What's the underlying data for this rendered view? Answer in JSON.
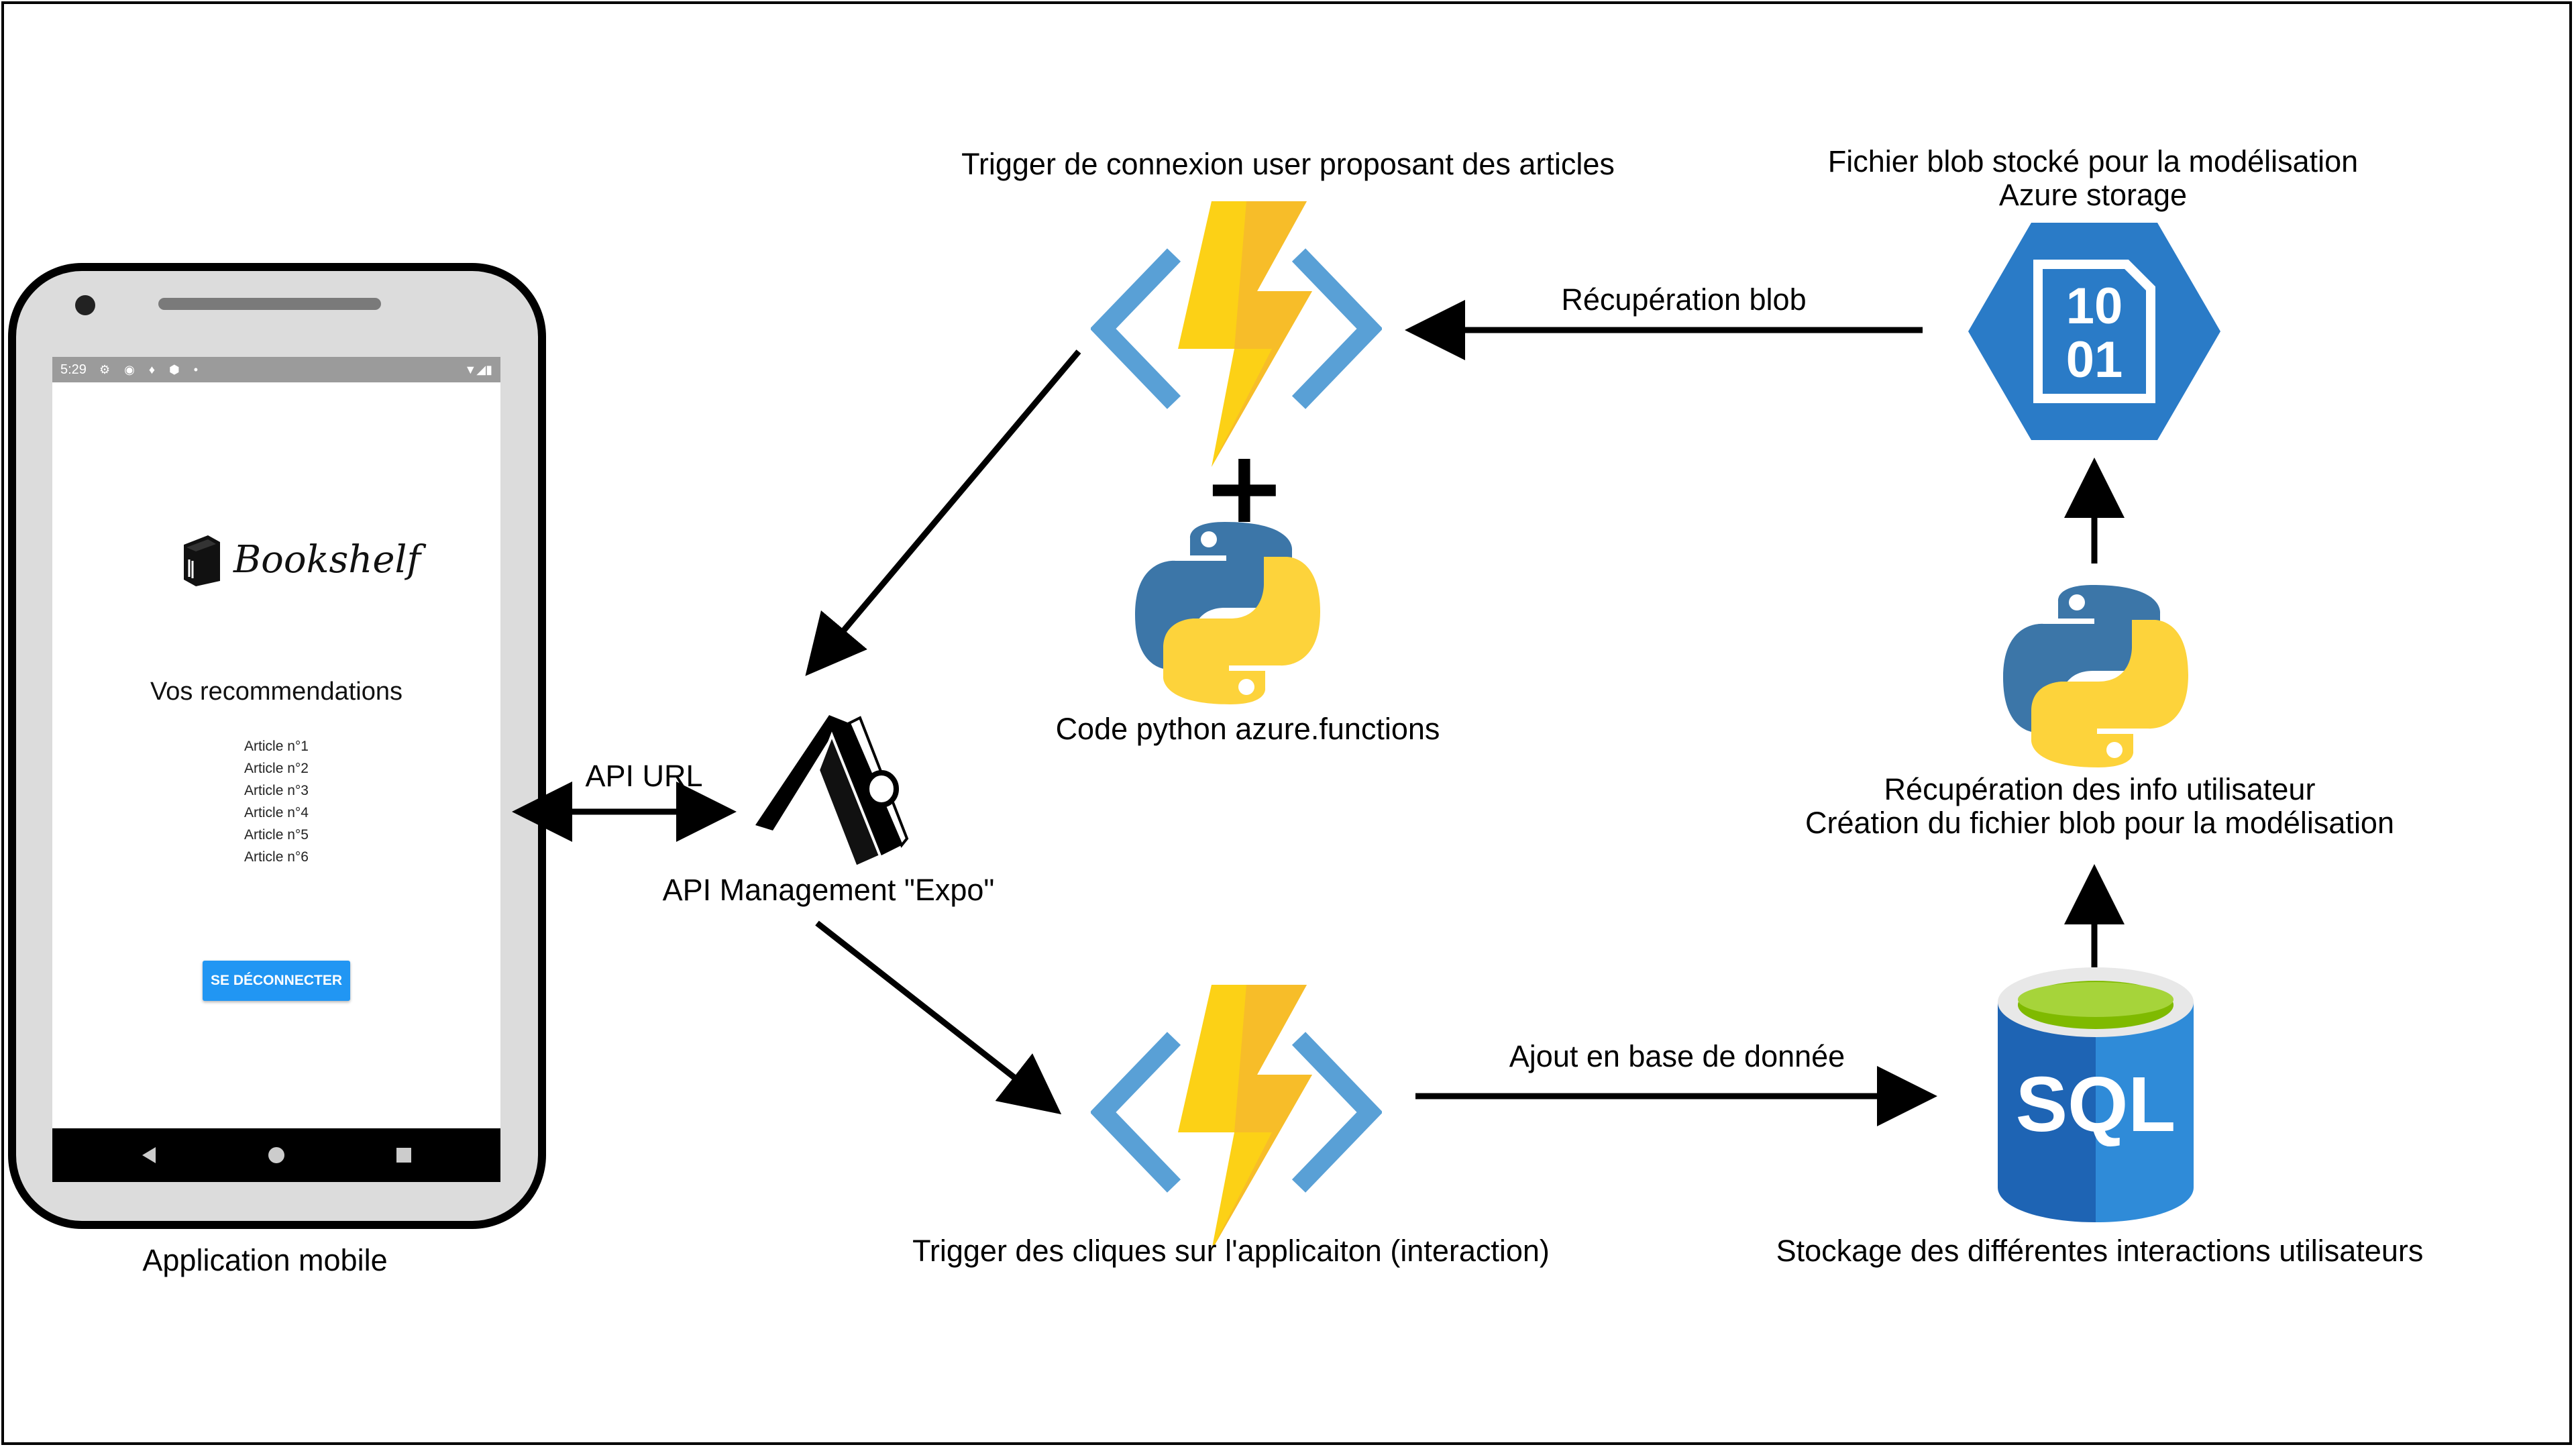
{
  "nodes": {
    "mobile_app": {
      "label": "Application mobile"
    },
    "api_management": {
      "label": "API Management \"Expo\""
    },
    "trigger_connexion": {
      "label": "Trigger de connexion user proposant des articles"
    },
    "python_functions": {
      "label": "Code python azure.functions"
    },
    "blob_storage": {
      "label_line1": "Fichier blob stocké pour la modélisation",
      "label_line2": "Azure storage"
    },
    "python_blob_creation": {
      "label_line1": "Récupération des info utilisateur",
      "label_line2": "Création du fichier blob pour la modélisation"
    },
    "sql_storage": {
      "label": "Stockage des différentes interactions utilisateurs",
      "icon_text": "SQL"
    },
    "trigger_clicks": {
      "label": "Trigger des cliques sur l'applicaiton (interaction)"
    }
  },
  "edges": {
    "api_url": {
      "label": "API URL"
    },
    "recuperation_blob": {
      "label": "Récupération blob"
    },
    "ajout_base": {
      "label": "Ajout en base de donnée"
    }
  },
  "blob_icon_text": {
    "line1": "10",
    "line2": "01"
  },
  "plus_sign": "+",
  "phone": {
    "status_time": "5:29",
    "app_name": "Bookshelf",
    "recommendations_title": "Vos recommendations",
    "articles": [
      "Article n°1",
      "Article n°2",
      "Article n°3",
      "Article n°4",
      "Article n°5",
      "Article n°6"
    ],
    "logout_button": "SE DÉCONNECTER"
  },
  "colors": {
    "function_bracket": "#59a0d6",
    "function_bolt": "#fcd116",
    "function_bolt_shade": "#f5b82e",
    "python_blue": "#3c76a8",
    "python_yellow": "#fdd33b",
    "azure_blue": "#2a7bc7",
    "sql_green": "#7fba00",
    "button_blue": "#2196f3"
  }
}
